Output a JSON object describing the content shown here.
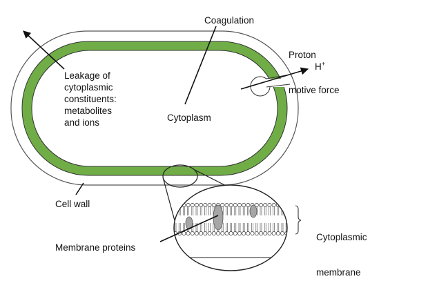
{
  "labels": {
    "coagulation": "Coagulation",
    "pmf_line1": "Proton",
    "pmf_line2": "motive force",
    "proton": "H",
    "proton_charge": "+",
    "leakage": "Leakage of\ncytoplasmic\nconstituents:\nmetabolites\nand ions",
    "cytoplasm": "Cytoplasm",
    "cell_wall": "Cell wall",
    "cm_line1": "Cytoplasmic",
    "cm_line2": "membrane",
    "membrane_proteins": "Membrane proteins"
  },
  "colors": {
    "membrane_green": "#70ad47",
    "outline": "#222222",
    "protein_fill": "#a6a6a6",
    "wall": "#555555"
  }
}
